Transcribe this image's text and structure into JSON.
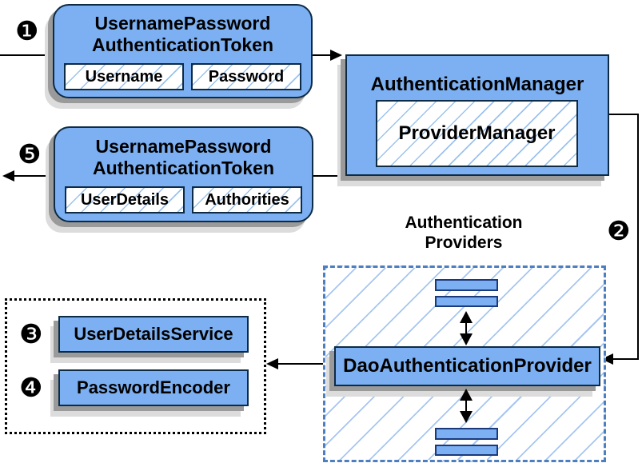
{
  "diagram": {
    "badges": {
      "step1": "❶",
      "step2": "❷",
      "step3": "❸",
      "step4": "❹",
      "step5": "❺"
    },
    "token_request": {
      "title_line1": "UsernamePassword",
      "title_line2": "AuthenticationToken",
      "fields": [
        "Username",
        "Password"
      ]
    },
    "auth_manager": {
      "title": "AuthenticationManager",
      "inner": "ProviderManager"
    },
    "token_response": {
      "title_line1": "UsernamePassword",
      "title_line2": "AuthenticationToken",
      "fields": [
        "UserDetails",
        "Authorities"
      ]
    },
    "providers_label": {
      "line1": "Authentication",
      "line2": "Providers"
    },
    "dao_provider": {
      "title": "DaoAuthenticationProvider"
    },
    "user_details_service": {
      "title": "UserDetailsService"
    },
    "password_encoder": {
      "title": "PasswordEncoder"
    },
    "colors": {
      "box_fill": "#7cb0f2",
      "box_border": "#0d2b45",
      "hatch_line": "#9cc2ee",
      "dashed_border": "#4d7ebf",
      "shadow_dark": "#9a9a9a",
      "shadow_light": "#dcdcdc",
      "arrow": "#000000"
    }
  }
}
